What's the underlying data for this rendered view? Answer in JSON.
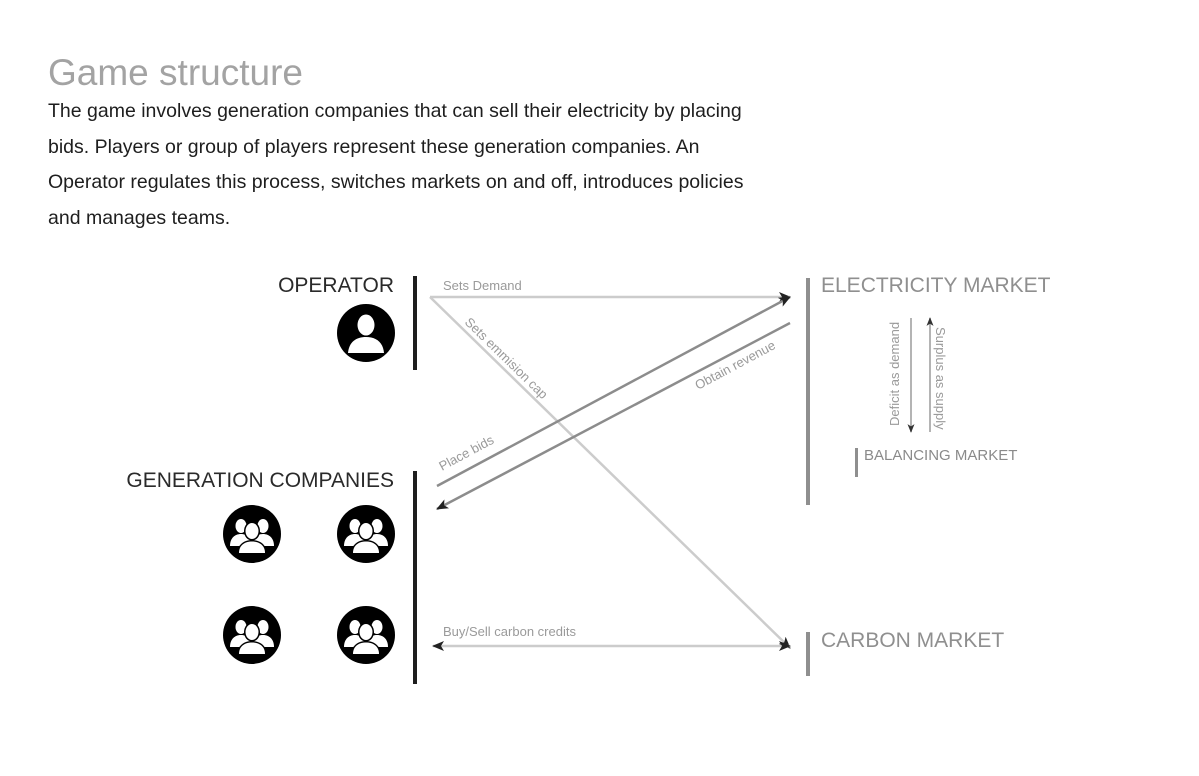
{
  "page": {
    "title": "Game structure",
    "intro": "The game involves generation companies that can sell their electricity by placing bids. Players or group of players represent these generation companies. An Operator regulates this process, switches markets on and off, introduces policies and manages teams."
  },
  "diagram": {
    "nodes": {
      "operator": "OPERATOR",
      "generation_companies": "GENERATION COMPANIES",
      "electricity_market": "ELECTRICITY MARKET",
      "balancing_market": "BALANCING MARKET",
      "carbon_market": "CARBON MARKET"
    },
    "edges": {
      "sets_demand": "Sets Demand",
      "sets_emission_cap": "Sets emmision cap",
      "place_bids": "Place bids",
      "obtain_revenue": "Obtain revenue",
      "buy_sell_carbon": "Buy/Sell carbon credits",
      "deficit_as_demand": "Deficit as demand",
      "surplus_as_supply": "Surplus as supply"
    },
    "icons": {
      "operator": "person-icon",
      "generation_company": "group-icon"
    },
    "colors": {
      "dark": "#1e1e1e",
      "gray": "#8f8f8f",
      "light_arrow": "#cccccc",
      "mid_arrow": "#8c8c8c"
    }
  }
}
